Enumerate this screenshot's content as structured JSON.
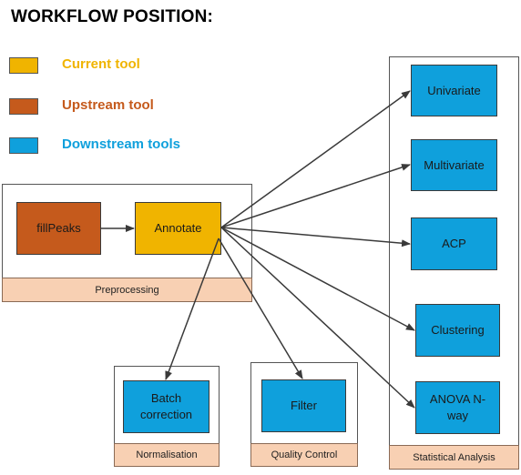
{
  "title": "WORKFLOW POSITION:",
  "legend": {
    "current": {
      "label": "Current tool",
      "color": "#f0b400",
      "text_color": "#f0b400"
    },
    "upstream": {
      "label": "Upstream tool",
      "color": "#c55a1c",
      "text_color": "#c55a1c"
    },
    "downstream": {
      "label": "Downstream tools",
      "color": "#0fa0dc",
      "text_color": "#0fa0dc"
    }
  },
  "groups": {
    "preprocessing": "Preprocessing",
    "normalisation": "Normalisation",
    "quality_control": "Quality Control",
    "statistical_analysis": "Statistical Analysis"
  },
  "nodes": {
    "fillpeaks": "fillPeaks",
    "annotate": "Annotate",
    "batch_correction": "Batch correction",
    "filter": "Filter",
    "univariate": "Univariate",
    "multivariate": "Multivariate",
    "acp": "ACP",
    "clustering": "Clustering",
    "anova": "ANOVA N-way"
  }
}
